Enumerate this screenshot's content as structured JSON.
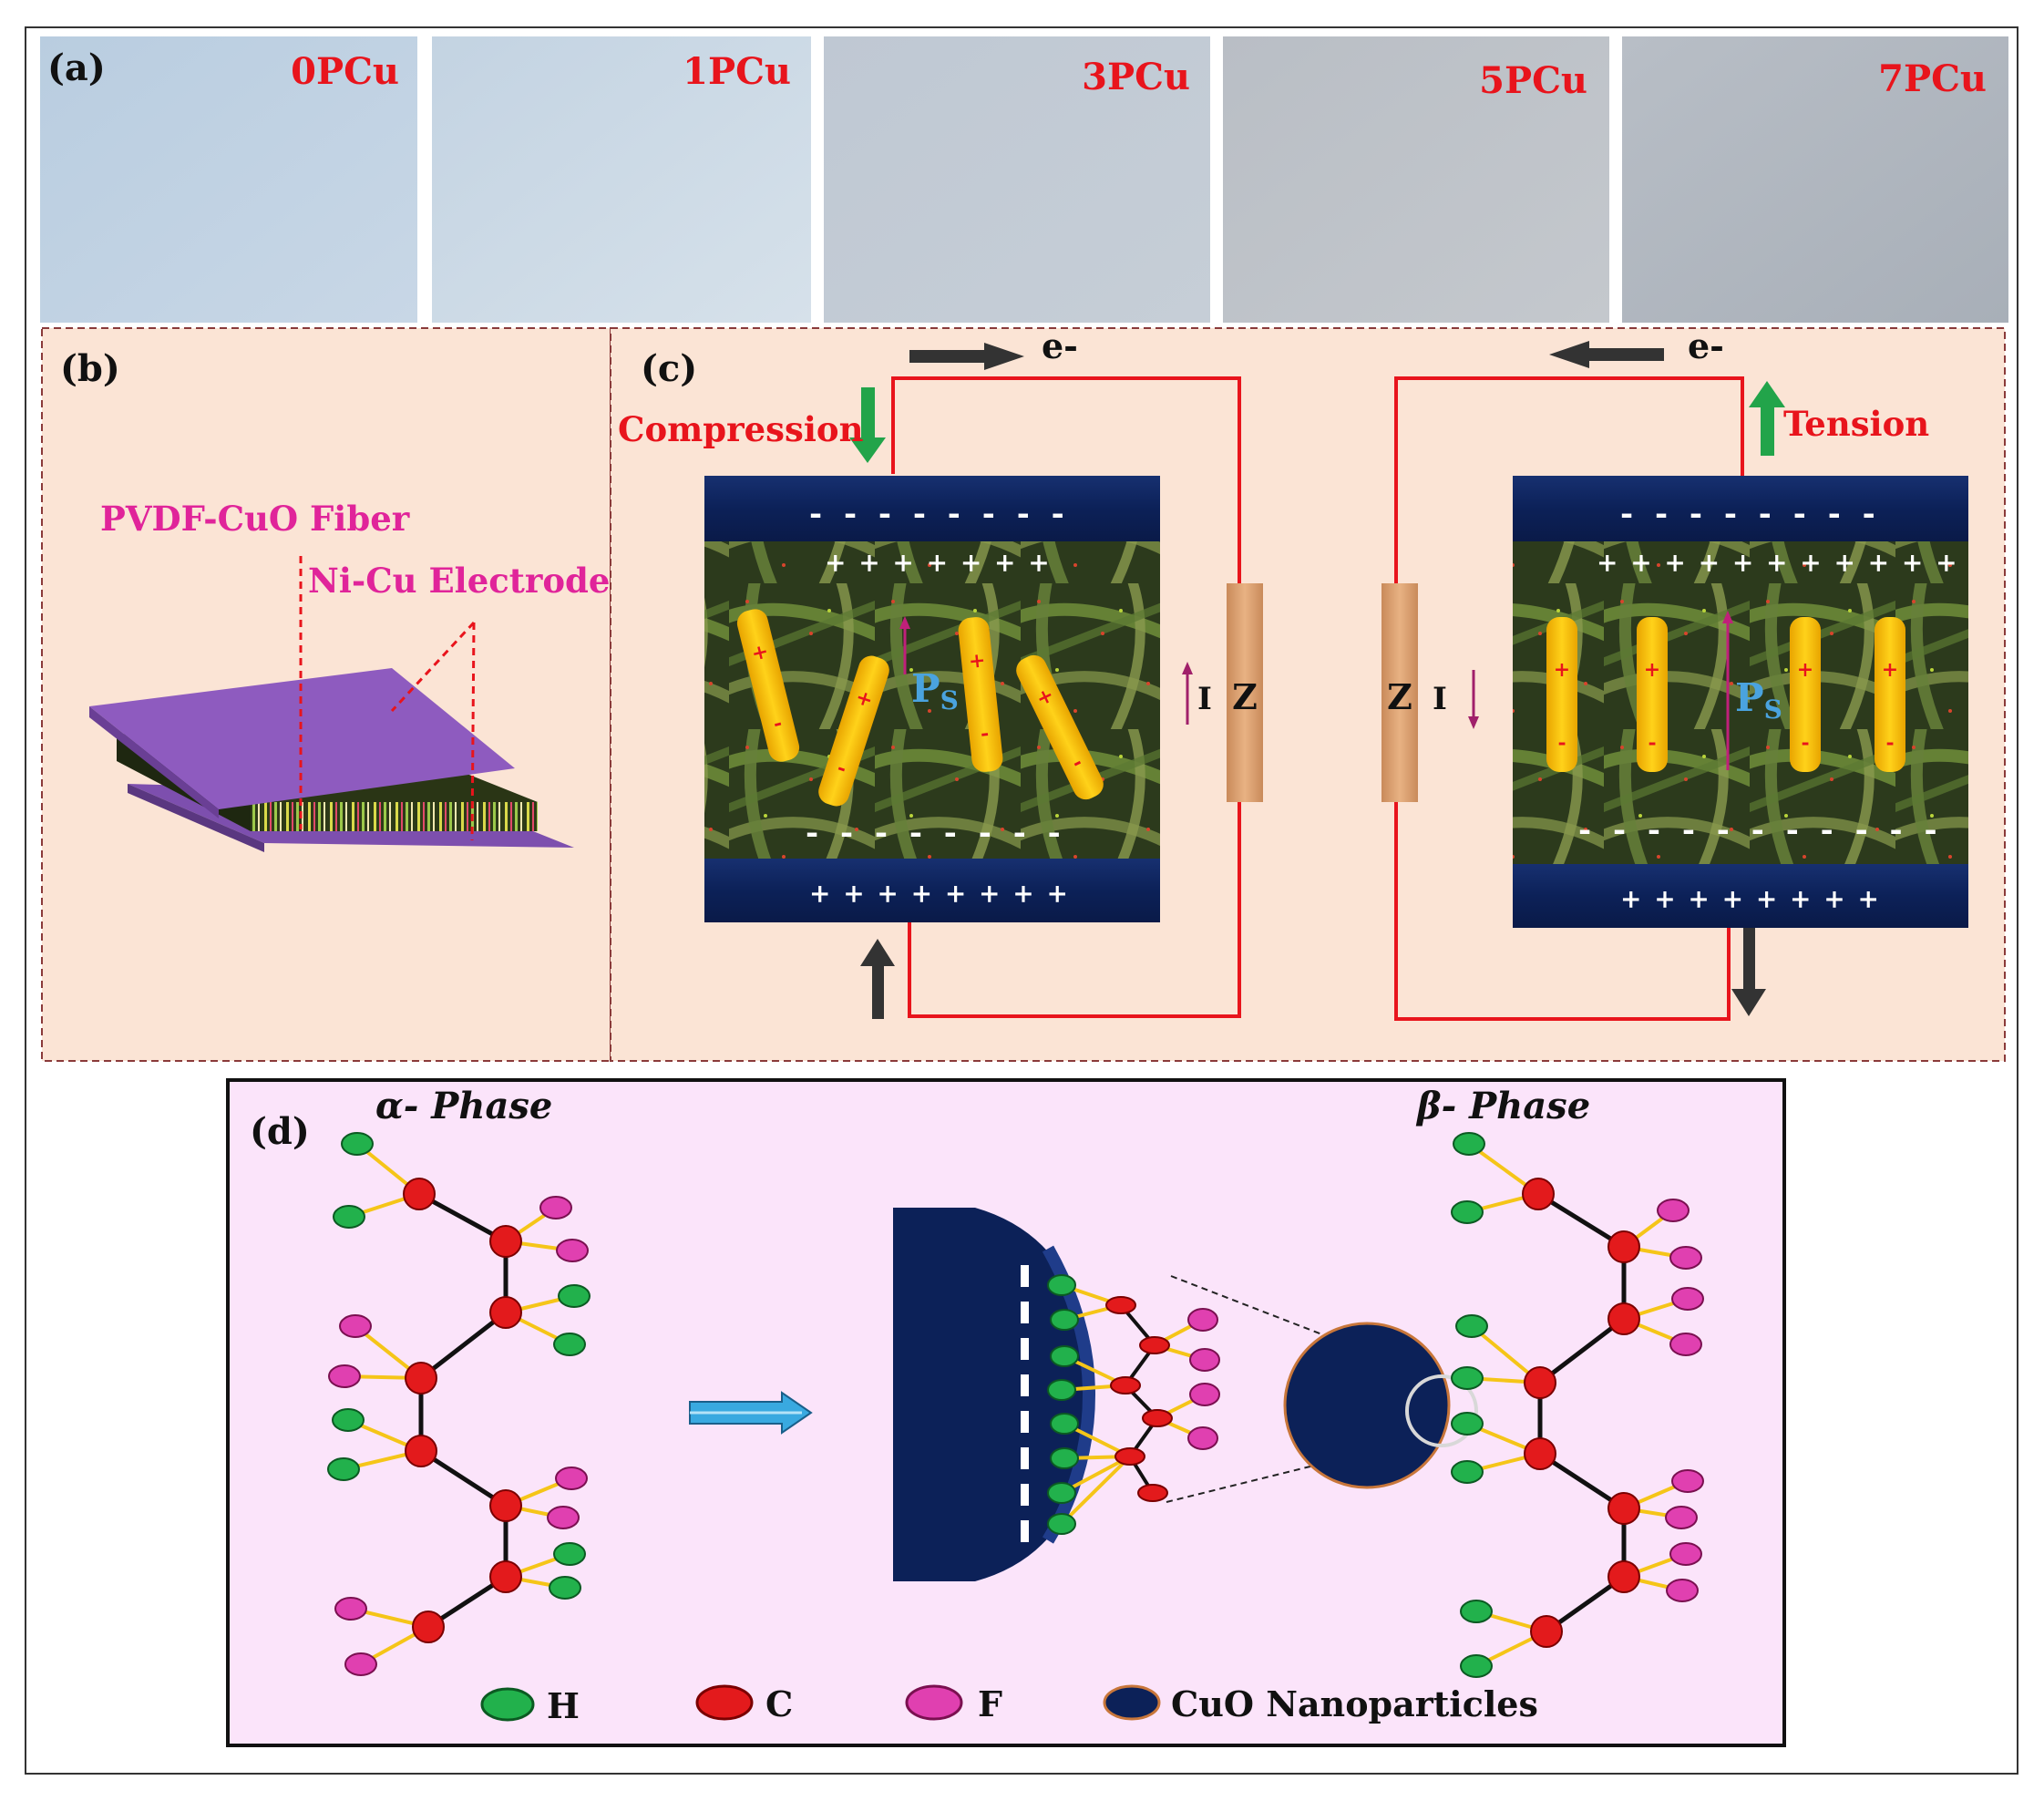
{
  "panels": {
    "a": {
      "label": "(a)",
      "samples": [
        "0PCu",
        "1PCu",
        "3PCu",
        "5PCu",
        "7PCu"
      ],
      "label_color": "#e8141c"
    },
    "b": {
      "label": "(b)",
      "fiber_label": "PVDF-CuO Fiber",
      "electrode_label": "Ni-Cu Electrode",
      "label_color": "#e0249a"
    },
    "c": {
      "label": "(c)",
      "electron": "e-",
      "compression": "Compression",
      "tension": "Tension",
      "current": "I",
      "impedance": "Z",
      "polarization": "P",
      "polarization_sub": "S",
      "minus_row": "- - - - - - - -",
      "plus_row_top_left": "+ + + + + + +",
      "plus_row_top_right": "+ + + + + + + + + + +",
      "minus_row_bottom_left": "- - - - - - - -",
      "minus_row_bottom_right": "- - - - - - - - - - -",
      "plus_row_bottom": "+ + + + + + + +",
      "plus_sign": "+",
      "minus_sign": "-",
      "label_color": "#e8141c"
    },
    "d": {
      "label": "(d)",
      "alpha_phase": "α- Phase",
      "beta_phase": "β- Phase",
      "legend": {
        "h": "H",
        "c": "C",
        "f": "F",
        "cuo": "CuO Nanoparticles"
      }
    }
  },
  "colors": {
    "panel_bg": "#fbe4d5",
    "panel_d_bg": "#fbe4fa",
    "electrode_navy": "#0c2158",
    "wire_red": "#e8141c",
    "hydrogen": "#22b14c",
    "carbon": "#e31a1c",
    "fluorine": "#e040b0",
    "bond_yellow": "#f5c518",
    "electrode_purple": "#8e5bbf"
  }
}
